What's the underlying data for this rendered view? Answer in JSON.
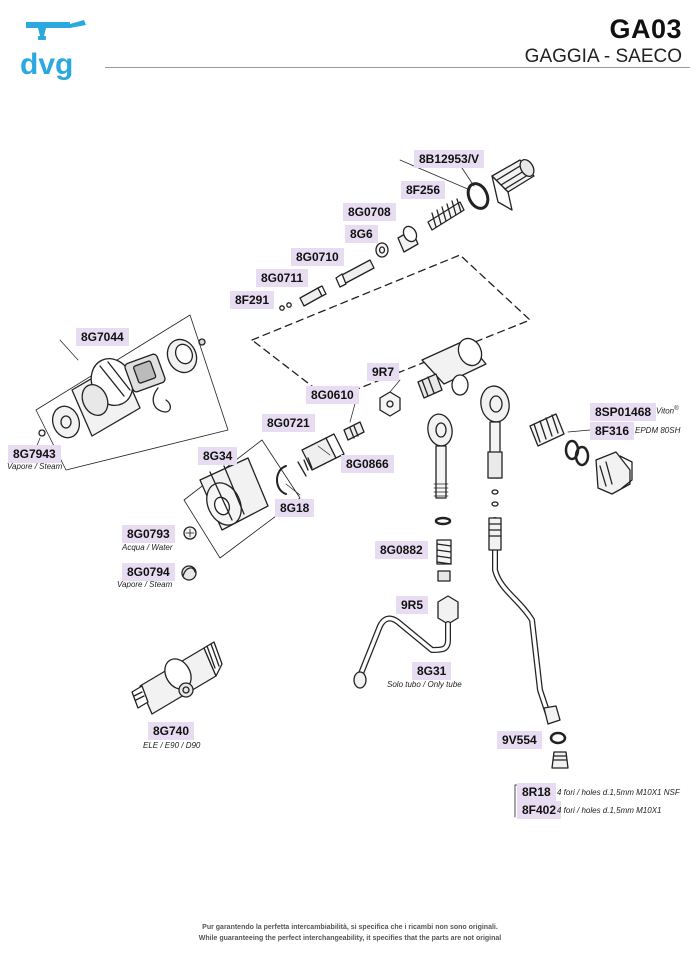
{
  "header": {
    "code": "GA03",
    "brand": "GAGGIA - SAECO",
    "logo_text": "dvg",
    "accent_color": "#2aa8df"
  },
  "parts": {
    "p8B12953V": "8B12953/V",
    "p8F256": "8F256",
    "p8G0708": "8G0708",
    "p8G6": "8G6",
    "p8G0710": "8G0710",
    "p8G0711": "8G0711",
    "p8F291": "8F291",
    "p8G7044": "8G7044",
    "p9R7": "9R7",
    "p8G0610": "8G0610",
    "p8G0721": "8G0721",
    "p8G0866": "8G0866",
    "p8SP01468": "8SP01468",
    "p8F316": "8F316",
    "p8G7943": "8G7943",
    "p8G34": "8G34",
    "p8G18": "8G18",
    "p8G0793": "8G0793",
    "p8G0794": "8G0794",
    "p8G0882": "8G0882",
    "p9R5": "9R5",
    "p8G31": "8G31",
    "p8G740": "8G740",
    "p9V554": "9V554",
    "p8R18": "8R18",
    "p8F402": "8F402"
  },
  "captions": {
    "c8G7943": "Vapore / Steam",
    "c8G0793": "Acqua / Water",
    "c8G0794": "Vapore / Steam",
    "c8G31": "Solo tubo / Only tube",
    "c8G740": "ELE / E90 / D90",
    "c8SP01468": "Viton",
    "c8SP01468_mark": "®",
    "c8F316": "EPDM 80SH",
    "c8R18": "4 fori / holes d.1,5mm M10X1 NSF",
    "c8F402": "4 fori / holes d.1,5mm M10X1"
  },
  "footer": {
    "line1": "Pur garantendo la perfetta intercambiabilità, si specifica che i ricambi non sono originali.",
    "line2": "While guaranteeing the perfect interchangeability, it specifies that the parts are not original"
  }
}
